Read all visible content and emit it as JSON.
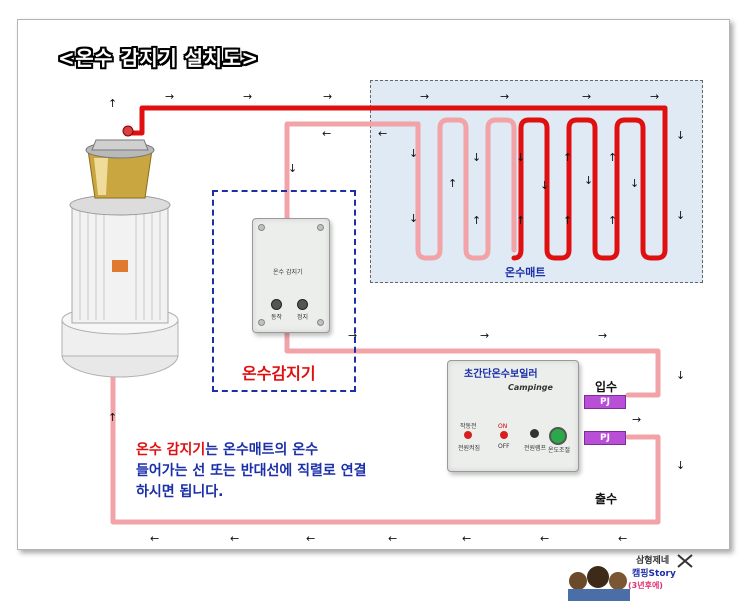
{
  "title": "<온수 감지기 설치도>",
  "sensor": {
    "label": "온수감지기",
    "device_text": "온수 감지기",
    "button_left": "동작",
    "button_right": "정지"
  },
  "mat": {
    "label": "온수매트"
  },
  "boiler": {
    "label": "초간단온수보일러",
    "brand": "Campinge",
    "indicator_left_top": "작동전",
    "indicator_left_bottom": "전원켜짐",
    "switch_top": "ON",
    "switch_bottom": "OFF",
    "dial_left": "전원램프",
    "dial_right": "온도조절"
  },
  "ports": {
    "inlet_label": "입수",
    "outlet_label": "출수",
    "pj_top": "PJ",
    "pj_bottom": "PJ"
  },
  "note": {
    "highlight": "온수 감지기",
    "line1_rest": "는 온수매트의 온수",
    "line2": "들어가는 선 또는 반대선에 직렬로 연결",
    "line3": "하시면 됩니다."
  },
  "watermark": {
    "line1": "삼형제네",
    "line2": "캠핑Story",
    "line3": "(3년후에)"
  },
  "colors": {
    "hot_pipe": "#e01010",
    "return_pipe": "#f2a3a8",
    "sensor_box": "#1b2fa8",
    "text_blue": "#1b2fa8",
    "pj": "#b84fd6"
  }
}
